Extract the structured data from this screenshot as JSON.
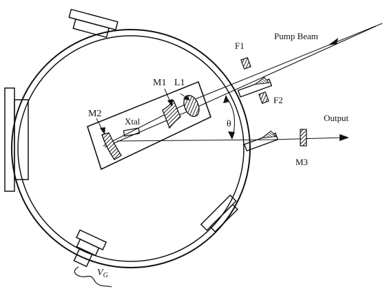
{
  "labels": {
    "pump_beam": "Pump Beam",
    "output": "Output",
    "f1": "F1",
    "f2": "F2",
    "m1": "M1",
    "m2": "M2",
    "m3": "M3",
    "l1": "L1",
    "xtal": "Xtal",
    "theta": "θ",
    "vg": "V",
    "vg_sub": "G"
  },
  "colors": {
    "line": "#111111",
    "background": "#ffffff",
    "hatch": "#333333"
  }
}
